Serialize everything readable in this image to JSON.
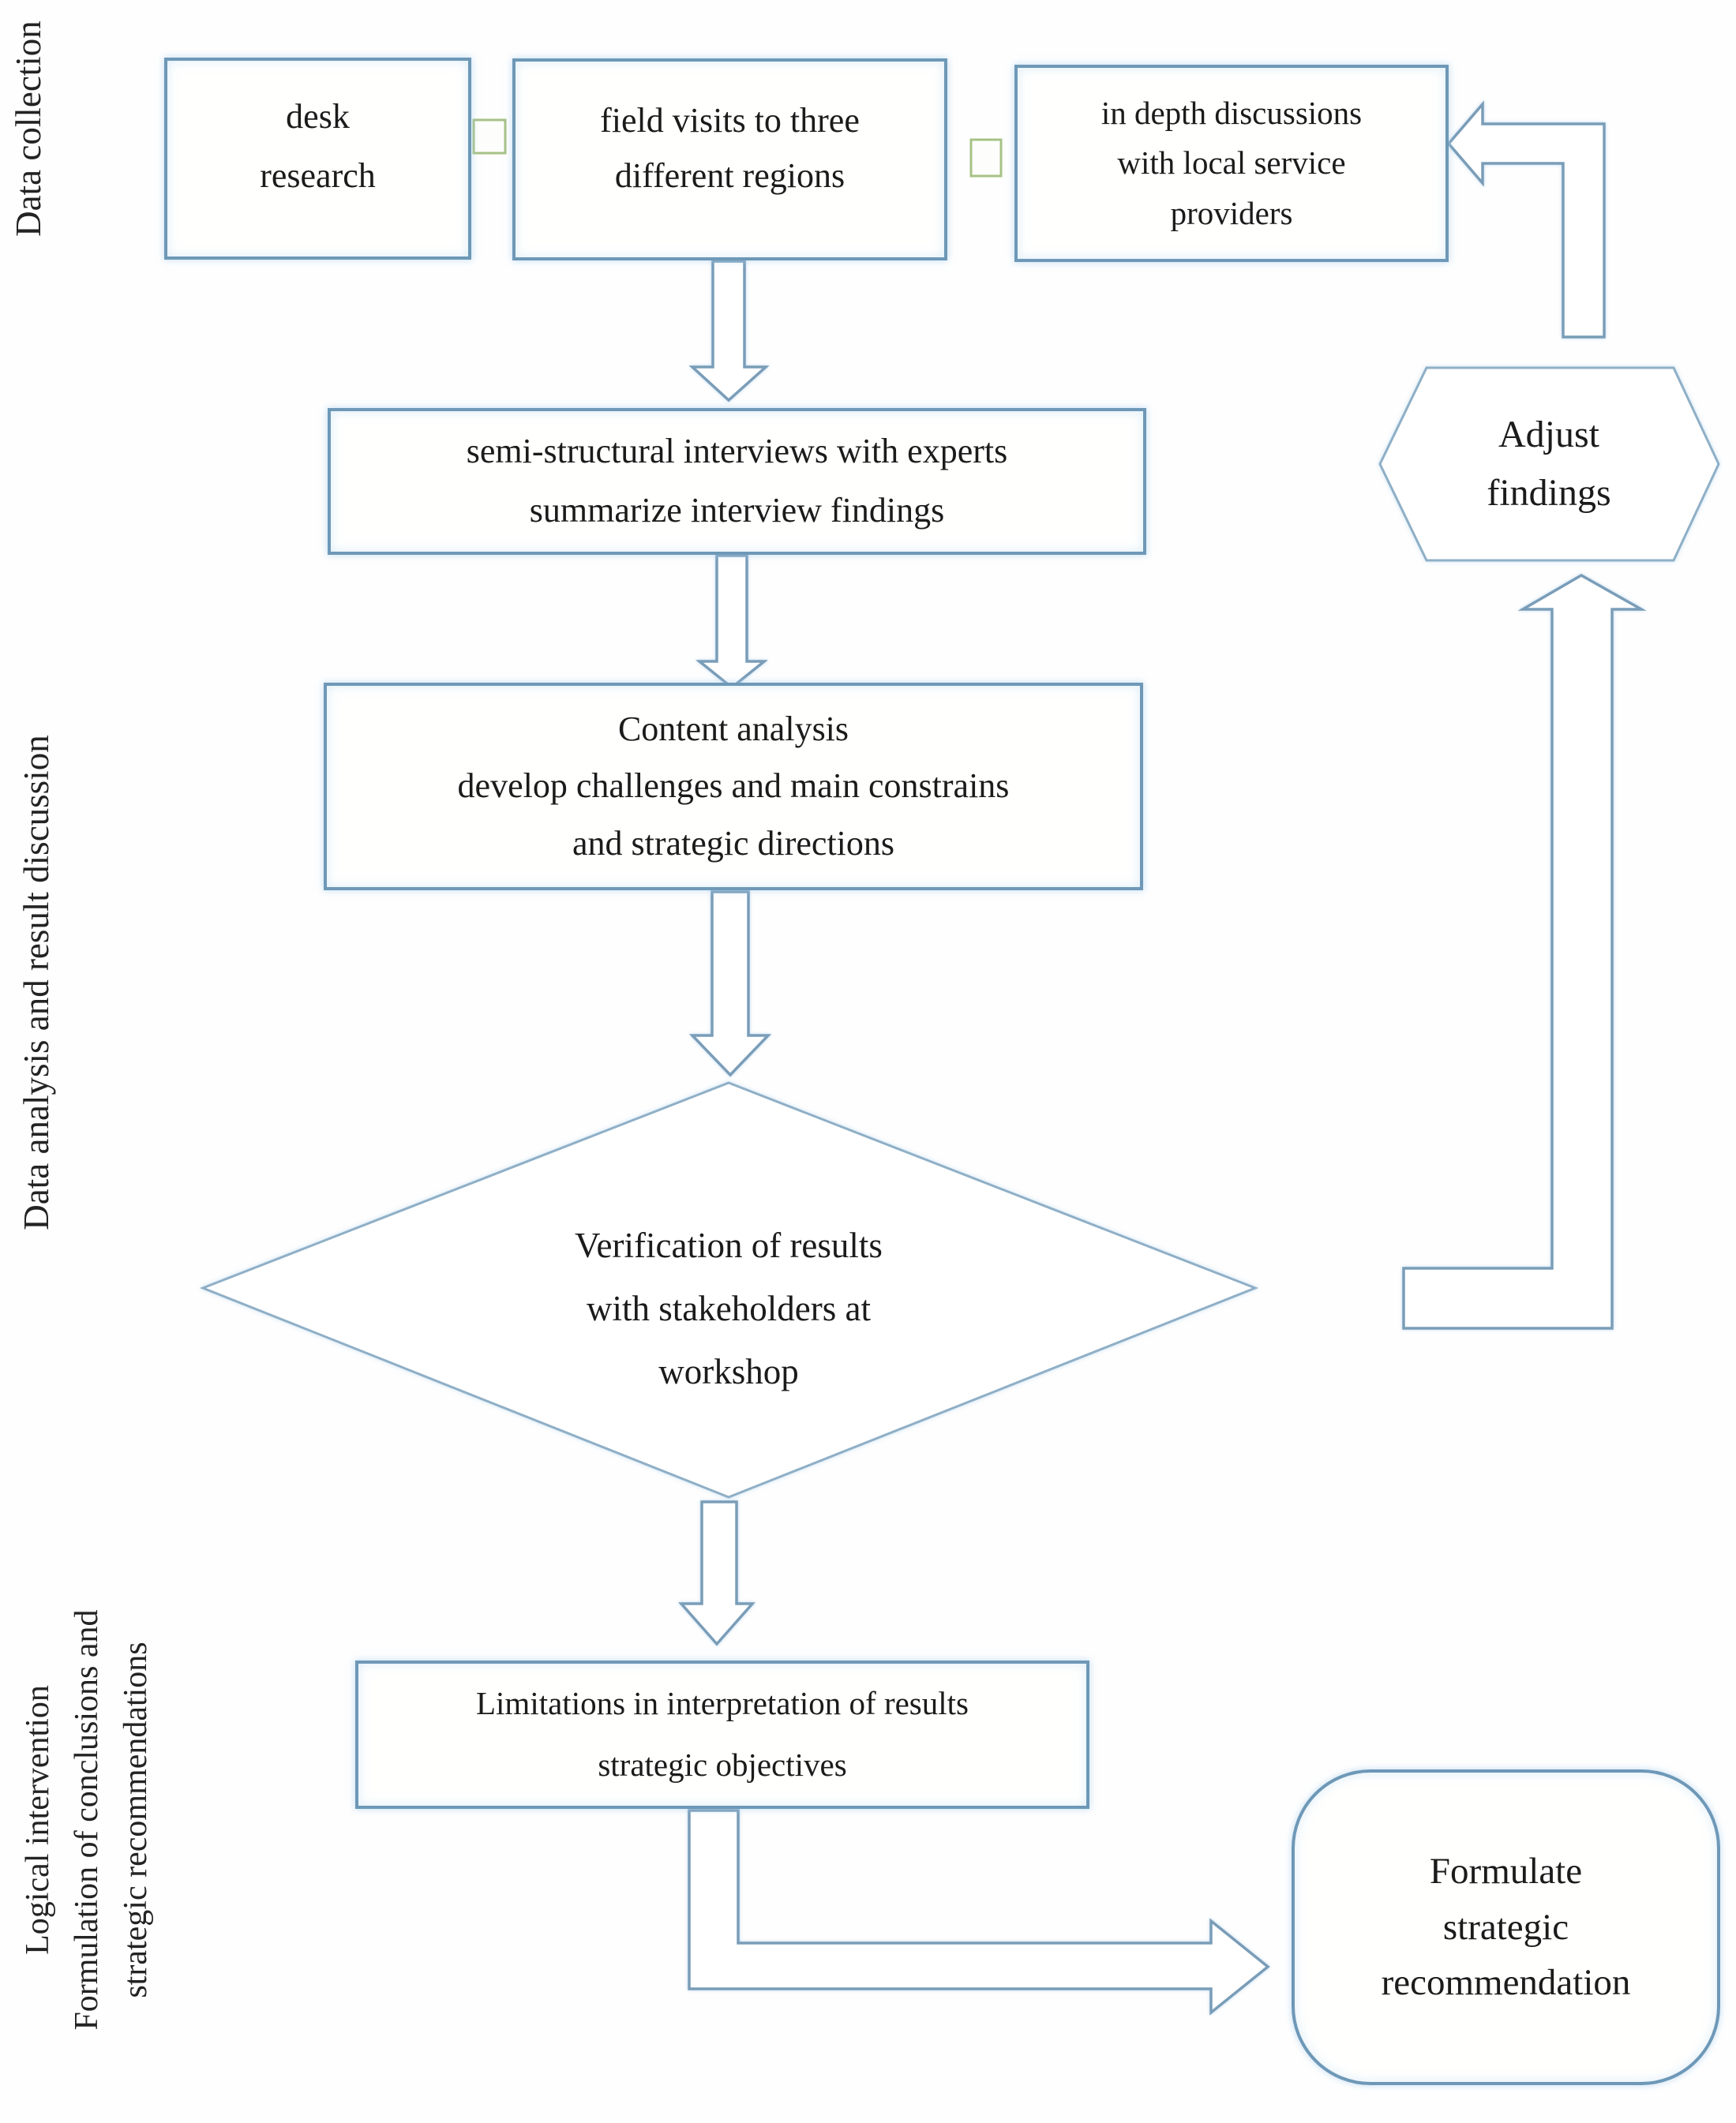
{
  "section_labels": {
    "data_collection": "Data collection",
    "data_analysis": "Data analysis and result discussion",
    "conclusions_lines": [
      "Logical intervention",
      "Formulation of conclusions and",
      "strategic recommendations"
    ]
  },
  "nodes": {
    "desk_research": {
      "lines": [
        "desk",
        "research"
      ]
    },
    "field_visits": {
      "lines": [
        "field visits to three",
        "different regions"
      ]
    },
    "in_depth": {
      "lines": [
        "in depth discussions",
        "with local service",
        "providers"
      ]
    },
    "semi_structural": {
      "lines": [
        "semi-structural interviews with experts",
        "summarize interview findings"
      ]
    },
    "content_analysis": {
      "lines": [
        "Content analysis",
        "develop challenges and main constrains",
        "and strategic directions"
      ]
    },
    "verification": {
      "lines": [
        "Verification of results",
        "with stakeholders at",
        "workshop"
      ]
    },
    "adjust_findings": {
      "lines": [
        "Adjust",
        "findings"
      ]
    },
    "limitations": {
      "lines": [
        "Limitations in interpretation of results",
        "strategic objectives"
      ]
    },
    "formulate": {
      "lines": [
        "Formulate",
        "strategic",
        "recommendation"
      ]
    }
  },
  "colors": {
    "background": "#fefefe",
    "box_border": "#6e98b7",
    "shape_border": "#8fafc6",
    "arrow_border": "#7a9db8",
    "connector_border": "#a6c285",
    "text": "#1b1b1b"
  }
}
